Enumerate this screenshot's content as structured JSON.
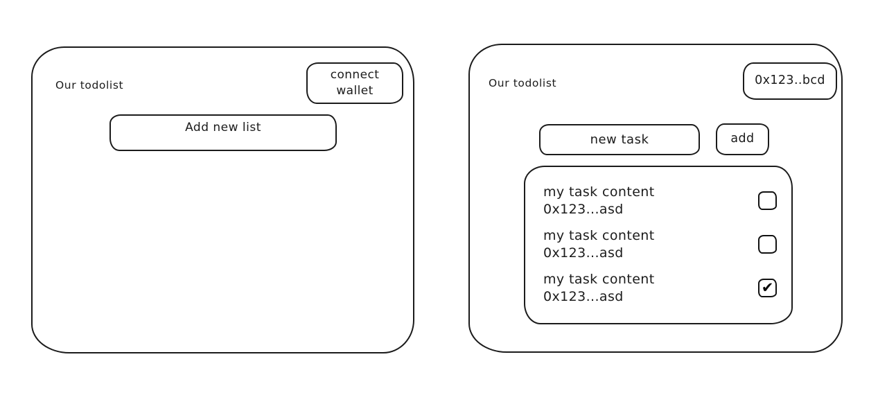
{
  "colors": {
    "stroke": "#1b1b1b",
    "background": "#ffffff"
  },
  "left_panel": {
    "title": "Our todolist",
    "connect_wallet_button": {
      "line1": "connect",
      "line2": "wallet"
    },
    "add_new_list_button": "Add new list"
  },
  "right_panel": {
    "title": "Our todolist",
    "wallet_address_button": "0x123..bcd",
    "new_task_input": "new task",
    "add_button": "add",
    "tasks": [
      {
        "content": "my task content",
        "address": "0x123...asd",
        "checked": false,
        "check_icon": ""
      },
      {
        "content": "my task content",
        "address": "0x123...asd",
        "checked": false,
        "check_icon": ""
      },
      {
        "content": "my task content",
        "address": "0x123...asd",
        "checked": true,
        "check_icon": "✔"
      }
    ]
  }
}
